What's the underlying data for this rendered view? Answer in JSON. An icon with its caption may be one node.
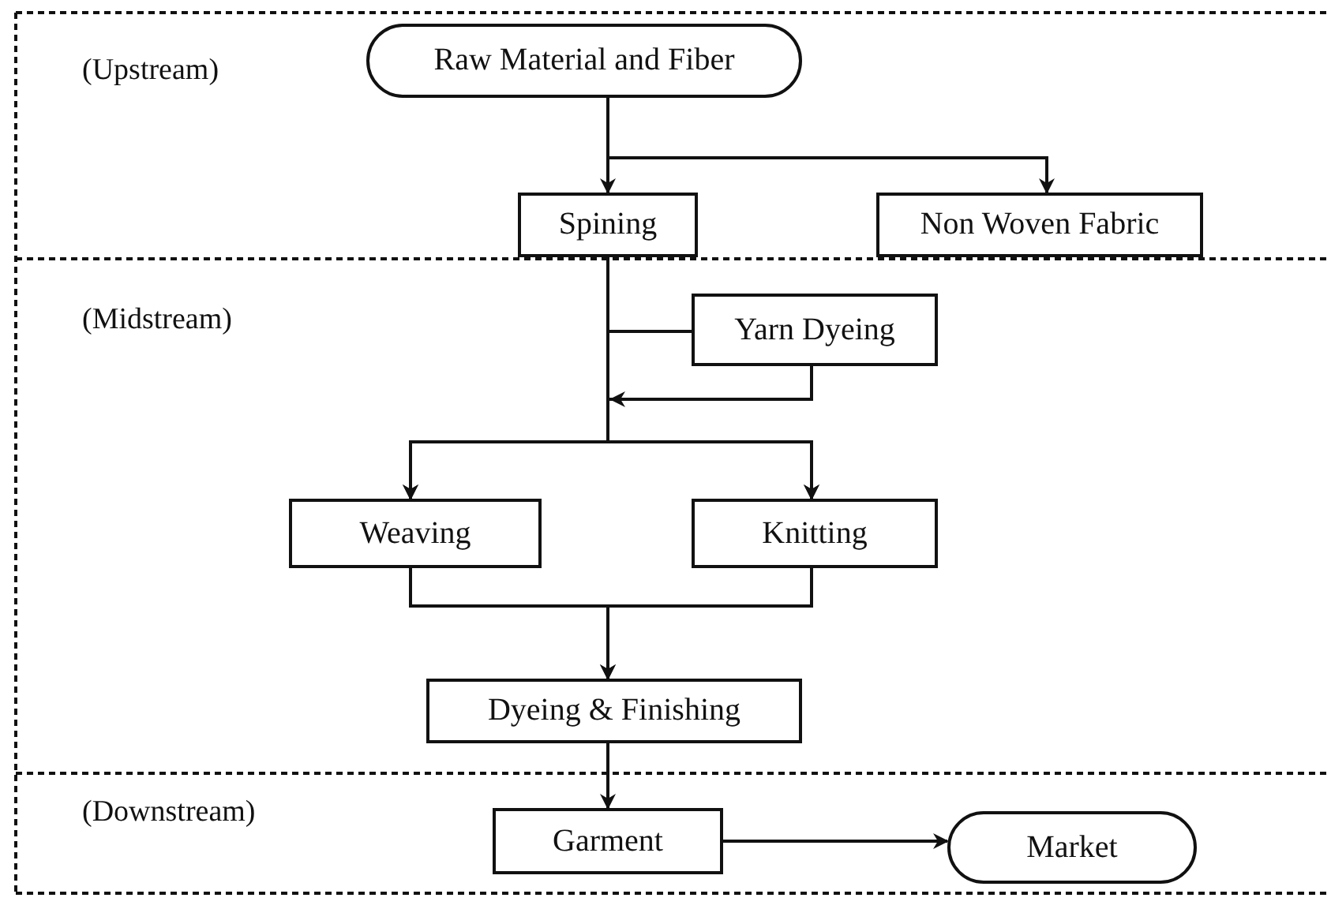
{
  "diagram": {
    "nodes": [
      {
        "text": [
          "Raw Material and Fiber"
        ]
      },
      {
        "text": [
          "Spining"
        ]
      },
      {
        "text": [
          "Non Woven Fabric"
        ]
      },
      {
        "text": [
          "Yarn Dyeing"
        ]
      },
      {
        "text": [
          "Weaving"
        ]
      },
      {
        "text": [
          "Knitting"
        ]
      },
      {
        "text": [
          "Dyeing & Finishing"
        ]
      },
      {
        "text": [
          "Garment"
        ]
      },
      {
        "text": [
          "Market"
        ]
      }
    ],
    "edges": [
      {
        "from": 0,
        "to": 1,
        "arrow": "to"
      },
      {
        "from": 0,
        "to": 2,
        "arrow": "to"
      },
      {
        "from": 1,
        "to": 3,
        "arrow": "none"
      },
      {
        "from": 1,
        "to": 4,
        "arrow": "to"
      },
      {
        "from": 1,
        "to": 5,
        "arrow": "to"
      },
      {
        "from": 3,
        "to": 4,
        "arrow": "to"
      },
      {
        "from": 3,
        "to": 5,
        "arrow": "to"
      },
      {
        "from": 4,
        "to": 6,
        "arrow": "to"
      },
      {
        "from": 5,
        "to": 6,
        "arrow": "to"
      },
      {
        "from": 6,
        "to": 7,
        "arrow": "to"
      },
      {
        "from": 7,
        "to": 8,
        "arrow": "to"
      }
    ],
    "labels": [
      "(Upstream)",
      "(Midstream)",
      "(Downstream)"
    ]
  }
}
